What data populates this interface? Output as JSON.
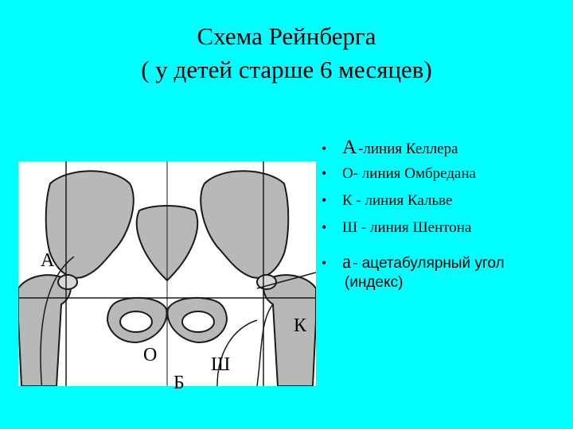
{
  "title": {
    "line1": "Схема Рейнберга",
    "line2": "( у детей старше 6 месяцев)"
  },
  "bullets": [
    {
      "letter": "А",
      "text": "-линия Келлера"
    },
    {
      "letter": "",
      "text": "О- линия Омбредана"
    },
    {
      "letter": "",
      "text": "К - линия Кальве"
    },
    {
      "letter": "",
      "text": "Ш - линия Шентона"
    },
    {
      "letter": "а",
      "text": " - ацетабулярный угол",
      "continuation": "(индекс)"
    }
  ],
  "figure_labels": {
    "A": "А",
    "K": "К",
    "O": "О",
    "Sh": "Ш",
    "B": "Б"
  },
  "colors": {
    "background": "#00ffff",
    "bone_fill": "#b8b8b8",
    "outline": "#1a1a1a"
  }
}
